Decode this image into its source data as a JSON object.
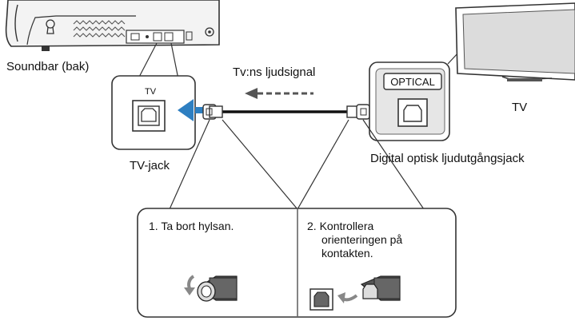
{
  "labels": {
    "soundbar": "Soundbar (bak)",
    "tv_signal": "Tv:ns ljudsignal",
    "tv_jack": "TV-jack",
    "tv": "TV",
    "optical_jack": "Digital optisk ljudutgångsjack",
    "port_tv": "TV",
    "optical_badge": "OPTICAL"
  },
  "steps": [
    {
      "number": "1.",
      "lines": [
        "Ta bort hylsan."
      ]
    },
    {
      "number": "2.",
      "lines": [
        "Kontrollera",
        "orienteringen på",
        "kontakten."
      ]
    }
  ],
  "colors": {
    "arrow_blue": "#2e7fc1",
    "outline": "#333333",
    "panel_gray": "#e6e6e6",
    "dark_gray": "#555555"
  }
}
